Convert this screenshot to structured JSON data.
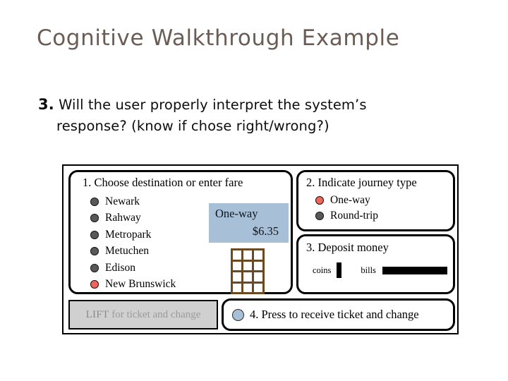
{
  "slide": {
    "title": "Cognitive Walkthrough Example",
    "question_number": "3.",
    "question_line_1": "Will the user properly interpret the system’s",
    "question_line_2": "response? (know if chose right/wrong?)",
    "title_color": "#6b5d56"
  },
  "kiosk": {
    "panel_destination": {
      "heading": "1. Choose destination or enter fare",
      "destinations": [
        {
          "label": "Newark",
          "selected": false
        },
        {
          "label": "Rahway",
          "selected": false
        },
        {
          "label": "Metropark",
          "selected": false
        },
        {
          "label": "Metuchen",
          "selected": false
        },
        {
          "label": "Edison",
          "selected": false
        },
        {
          "label": "New Brunswick",
          "selected": true
        }
      ],
      "display": {
        "mode": "One-way",
        "amount": "$6.35",
        "background_color": "#a7c0d8"
      },
      "keypad": {
        "rows": 4,
        "columns": 3,
        "frame_color": "#6b4a22",
        "key_color": "#ffffff"
      }
    },
    "panel_journey": {
      "heading": "2. Indicate journey type",
      "options": [
        {
          "label": "One-way",
          "selected": true
        },
        {
          "label": "Round-trip",
          "selected": false
        }
      ]
    },
    "panel_deposit": {
      "heading": "3. Deposit money",
      "coins_label": "coins",
      "bills_label": "bills"
    },
    "lift_tray": {
      "strong_text": "LIFT",
      "rest_text": " for ticket and change",
      "background_color": "#d0d0d0",
      "text_color": "#9b9b9b"
    },
    "panel_press": {
      "button_color": "#a7c0d8",
      "label": "4. Press to receive ticket and change"
    },
    "selected_bullet_color": "#f0655c",
    "unselected_bullet_color": "#585858"
  }
}
